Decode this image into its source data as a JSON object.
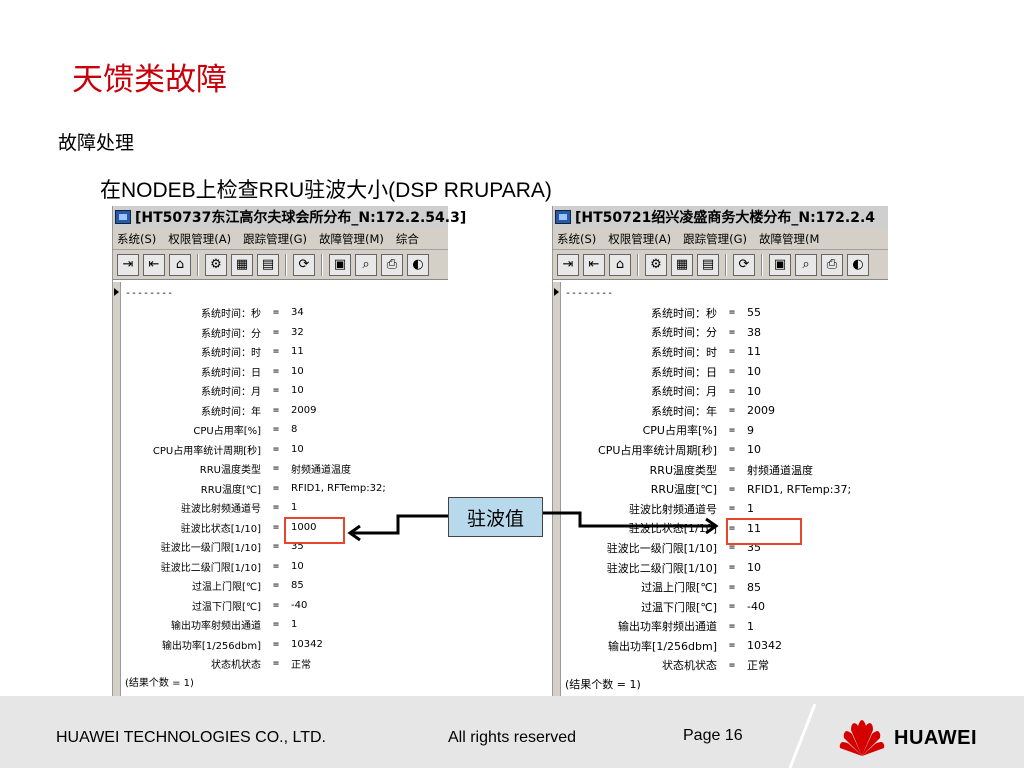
{
  "slide": {
    "title": "天馈类故障",
    "subtitle": "故障处理",
    "instruction": "在NODEB上检查RRU驻波大小(DSP RRUPARA)"
  },
  "colors": {
    "title": "#c8000a",
    "highlight": "#e8452c",
    "callout_bg": "#b8d8ec",
    "footer_bg": "#e6e6e6",
    "logo_red": "#d40000"
  },
  "callout": {
    "label": "驻波值"
  },
  "window_left": {
    "title": "[HT50737东江高尔夫球会所分布_N:172.2.54.3]",
    "menu": [
      "系统(S)",
      "权限管理(A)",
      "跟踪管理(G)",
      "故障管理(M)",
      "综合"
    ],
    "separator": "--------",
    "rows": [
      {
        "label": "系统时间：秒",
        "value": "34"
      },
      {
        "label": "系统时间：分",
        "value": "32"
      },
      {
        "label": "系统时间：时",
        "value": "11"
      },
      {
        "label": "系统时间：日",
        "value": "10"
      },
      {
        "label": "系统时间：月",
        "value": "10"
      },
      {
        "label": "系统时间：年",
        "value": "2009"
      },
      {
        "label": "CPU占用率[%]",
        "value": "8"
      },
      {
        "label": "CPU占用率统计周期[秒]",
        "value": "10"
      },
      {
        "label": "RRU温度类型",
        "value": "射频通道温度"
      },
      {
        "label": "RRU温度[℃]",
        "value": "RFID1, RFTemp:32;"
      },
      {
        "label": "驻波比射频通道号",
        "value": "1"
      },
      {
        "label": "驻波比状态[1/10]",
        "value": "1000"
      },
      {
        "label": "驻波比一级门限[1/10]",
        "value": "35"
      },
      {
        "label": "驻波比二级门限[1/10]",
        "value": "10"
      },
      {
        "label": "过温上门限[℃]",
        "value": "85"
      },
      {
        "label": "过温下门限[℃]",
        "value": "-40"
      },
      {
        "label": "输出功率射频出通道",
        "value": "1"
      },
      {
        "label": "输出功率[1/256dbm]",
        "value": "10342"
      },
      {
        "label": "状态机状态",
        "value": "正常"
      }
    ],
    "result": "(结果个数 = 1)"
  },
  "window_right": {
    "title": "[HT50721绍兴凌盛商务大楼分布_N:172.2.4",
    "menu": [
      "系统(S)",
      "权限管理(A)",
      "跟踪管理(G)",
      "故障管理(M"
    ],
    "separator": "--------",
    "rows": [
      {
        "label": "系统时间：秒",
        "value": "55"
      },
      {
        "label": "系统时间：分",
        "value": "38"
      },
      {
        "label": "系统时间：时",
        "value": "11"
      },
      {
        "label": "系统时间：日",
        "value": "10"
      },
      {
        "label": "系统时间：月",
        "value": "10"
      },
      {
        "label": "系统时间：年",
        "value": "2009"
      },
      {
        "label": "CPU占用率[%]",
        "value": "9"
      },
      {
        "label": "CPU占用率统计周期[秒]",
        "value": "10"
      },
      {
        "label": "RRU温度类型",
        "value": "射频通道温度"
      },
      {
        "label": "RRU温度[℃]",
        "value": "RFID1, RFTemp:37;"
      },
      {
        "label": "驻波比射频通道号",
        "value": "1"
      },
      {
        "label": "驻波比状态[1/10]",
        "value": "11"
      },
      {
        "label": "驻波比一级门限[1/10]",
        "value": "35"
      },
      {
        "label": "驻波比二级门限[1/10]",
        "value": "10"
      },
      {
        "label": "过温上门限[℃]",
        "value": "85"
      },
      {
        "label": "过温下门限[℃]",
        "value": "-40"
      },
      {
        "label": "输出功率射频出通道",
        "value": "1"
      },
      {
        "label": "输出功率[1/256dbm]",
        "value": "10342"
      },
      {
        "label": "状态机状态",
        "value": "正常"
      }
    ],
    "result": "(结果个数 = 1)"
  },
  "footer": {
    "company": "HUAWEI TECHNOLOGIES CO., LTD.",
    "rights": "All rights reserved",
    "page": "Page 16",
    "logo_text": "HUAWEI"
  }
}
